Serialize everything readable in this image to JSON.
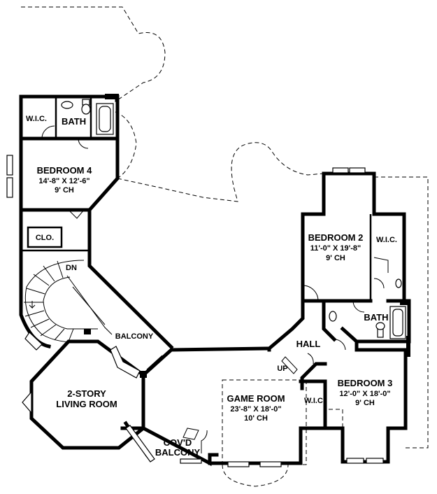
{
  "rooms": {
    "wic_top": "W.I.C.",
    "bath_top": "BATH",
    "bedroom4": {
      "name": "BEDROOM 4",
      "size": "14'-8\" X 12'-6\"",
      "ceiling": "9' CH"
    },
    "clo": "CLO.",
    "dn": "DN",
    "balcony": "BALCONY",
    "living": {
      "line1": "2-STORY",
      "line2": "LIVING ROOM"
    },
    "game": {
      "name": "GAME ROOM",
      "size": "23'-8\" X 18'-0\"",
      "ceiling": "10' CH"
    },
    "covd": {
      "line1": "COV'D",
      "line2": "BALCONY"
    },
    "up": "UP",
    "hall": "HALL",
    "bedroom2": {
      "name": "BEDROOM 2",
      "size": "11'-0\" X 19'-8\"",
      "ceiling": "9' CH"
    },
    "wic_b2": "W.I.C.",
    "bath_b2": "BATH",
    "bedroom3": {
      "name": "BEDROOM 3",
      "size": "12'-0\" X 18'-0\"",
      "ceiling": "9' CH"
    },
    "wic_b3": "W.I.C."
  }
}
